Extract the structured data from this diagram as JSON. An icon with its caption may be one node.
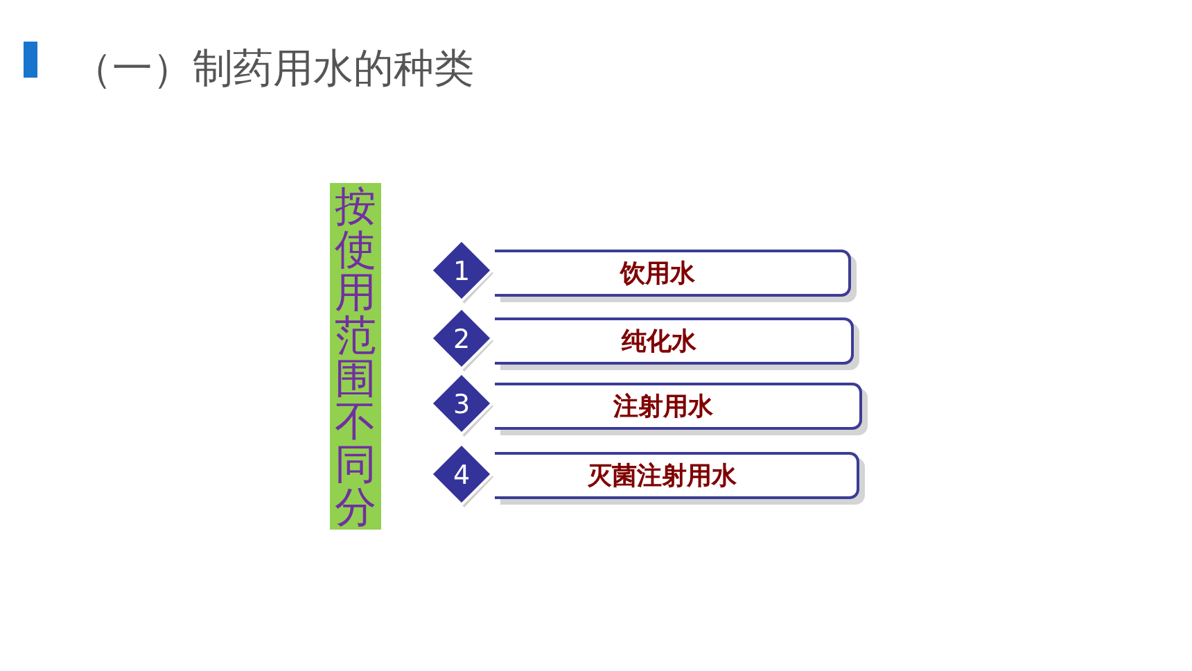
{
  "diagram": {
    "title": "（一）制药用水的种类",
    "nodes": [
      {
        "text": [
          "按使用范围不同分"
        ]
      },
      {
        "text": [
          "1"
        ]
      },
      {
        "text": [
          "饮用水"
        ]
      },
      {
        "text": [
          "2"
        ]
      },
      {
        "text": [
          "纯化水"
        ]
      },
      {
        "text": [
          "3"
        ]
      },
      {
        "text": [
          "注射用水"
        ]
      },
      {
        "text": [
          "4"
        ]
      },
      {
        "text": [
          "灭菌注射用水"
        ]
      }
    ]
  }
}
